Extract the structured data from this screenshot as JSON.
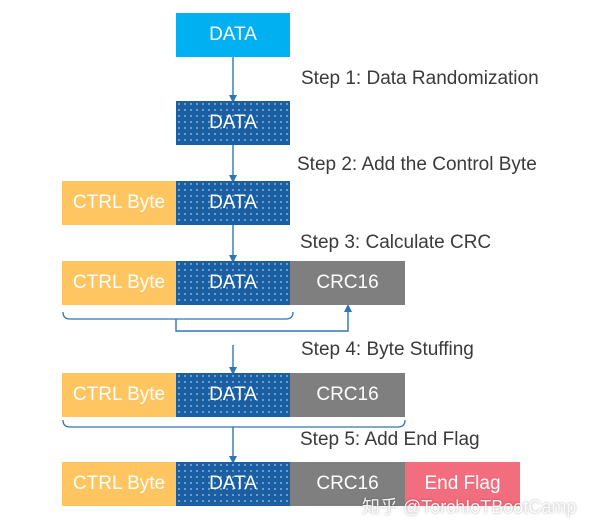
{
  "blocks": {
    "data": "DATA",
    "ctrl": "CTRL Byte",
    "crc": "CRC16",
    "end_flag": "End Flag"
  },
  "steps": {
    "step1": "Step 1: Data Randomization",
    "step2": "Step 2: Add the Control Byte",
    "step3": "Step 3: Calculate CRC",
    "step4": "Step 4: Byte Stuffing",
    "step5": "Step 5: Add End Flag"
  },
  "watermark": "知乎 @TorchIoTBootCamp",
  "colors": {
    "data_plain": "#00b0f0",
    "data_dotted": "#1a5fa3",
    "ctrl": "#ffc561",
    "crc": "#7f7f7f",
    "end_flag": "#f26d7d",
    "connector": "#2e75b6"
  }
}
